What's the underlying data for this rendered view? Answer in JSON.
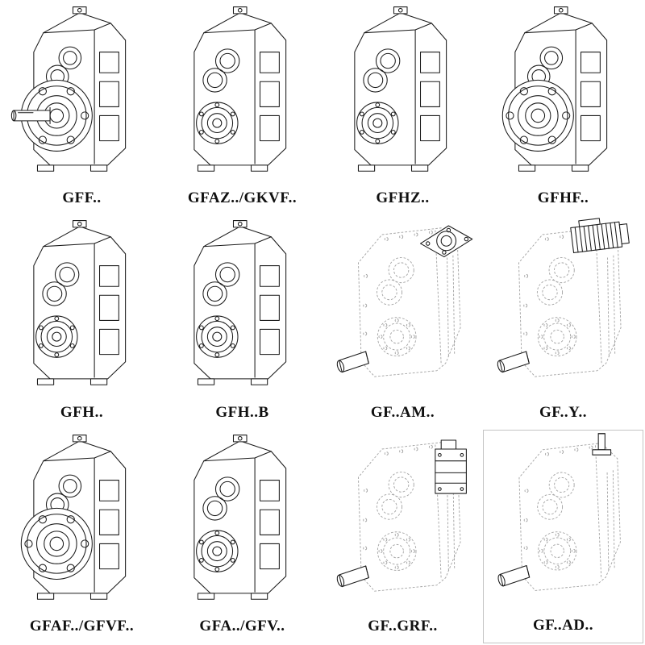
{
  "page": {
    "background": "#ffffff",
    "ink": "#1b1b1b",
    "ghost": "#a3a3a3"
  },
  "catalog": {
    "items": [
      {
        "label": "GFF..",
        "variant": "flange-shaft"
      },
      {
        "label": "GFAZ../GKVF..",
        "variant": "bore"
      },
      {
        "label": "GFHZ..",
        "variant": "bore"
      },
      {
        "label": "GFHF..",
        "variant": "flange"
      },
      {
        "label": "GFH..",
        "variant": "bore"
      },
      {
        "label": "GFH..B",
        "variant": "bore"
      },
      {
        "label": "GF..AM..",
        "variant": "ghost-flange"
      },
      {
        "label": "GF..Y..",
        "variant": "ghost-motor"
      },
      {
        "label": "GFAF../GFVF..",
        "variant": "flange"
      },
      {
        "label": "GFA../GFV..",
        "variant": "bore"
      },
      {
        "label": "GF..GRF..",
        "variant": "ghost-box"
      },
      {
        "label": "GF..AD..",
        "variant": "ghost-shaft",
        "framed": true
      }
    ]
  }
}
